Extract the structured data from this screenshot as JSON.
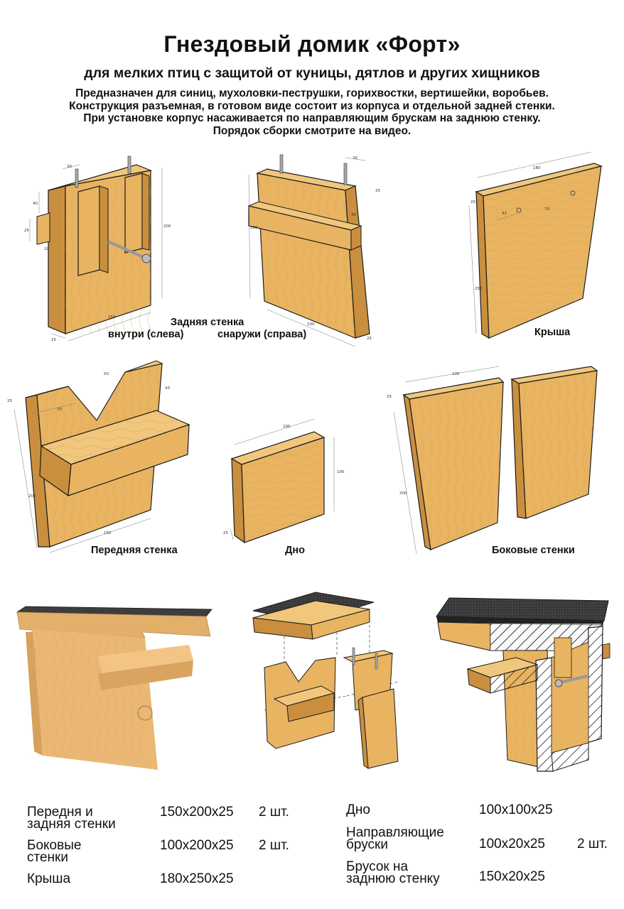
{
  "header": {
    "title": "Гнездовый домик «Форт»",
    "subtitle": "для мелких птиц с защитой от куницы, дятлов и других хищников",
    "description": [
      "Предназначен для синиц, мухоловки-пеструшки, горихвостки, вертишейки, воробьев.",
      "Конструкция разъемная, в готовом виде состоит из корпуса и отдельной задней стенки.",
      "При установке корпус насаживается по направляющим брускам на заднюю стенку.",
      "Порядок сборки смотрите на видео."
    ]
  },
  "labels": {
    "back_wall": "Задняя стенка",
    "inside_left": "внутри (слева)",
    "outside_right": "снаружи (справа)",
    "roof": "Крыша",
    "front_wall": "Передняя стенка",
    "bottom": "Дно",
    "side_walls": "Боковые стенки"
  },
  "dimensions": {
    "d30": "30",
    "d40": "40",
    "d25": "25",
    "d20": "20",
    "d200": "200",
    "d150": "150",
    "d100": "100",
    "d180": "180",
    "d250": "250",
    "d70": "70",
    "d50": "50",
    "d43": "43"
  },
  "colors": {
    "wood": "#e8b462",
    "wood_light": "#f0c77c",
    "wood_dark": "#c98f3f",
    "roof_top": "#3d3d3d",
    "outline": "#1a1a1a"
  },
  "specs": {
    "left": [
      {
        "name": [
          "Передня и",
          "задняя стенки"
        ],
        "size": "150x200x25",
        "qty": "2 шт."
      },
      {
        "name": [
          "Боковые",
          "стенки"
        ],
        "size": "100x200x25",
        "qty": "2 шт."
      },
      {
        "name": [
          "Крыша"
        ],
        "size": "180x250x25",
        "qty": ""
      }
    ],
    "right": [
      {
        "name": [
          "Дно"
        ],
        "size": "100x100x25",
        "qty": ""
      },
      {
        "name": [
          "Направляющие",
          "бруски"
        ],
        "size": "100x20x25",
        "qty": "2 шт."
      },
      {
        "name": [
          "Брусок на",
          "заднюю стенку"
        ],
        "size": "150x20x25",
        "qty": ""
      }
    ]
  }
}
